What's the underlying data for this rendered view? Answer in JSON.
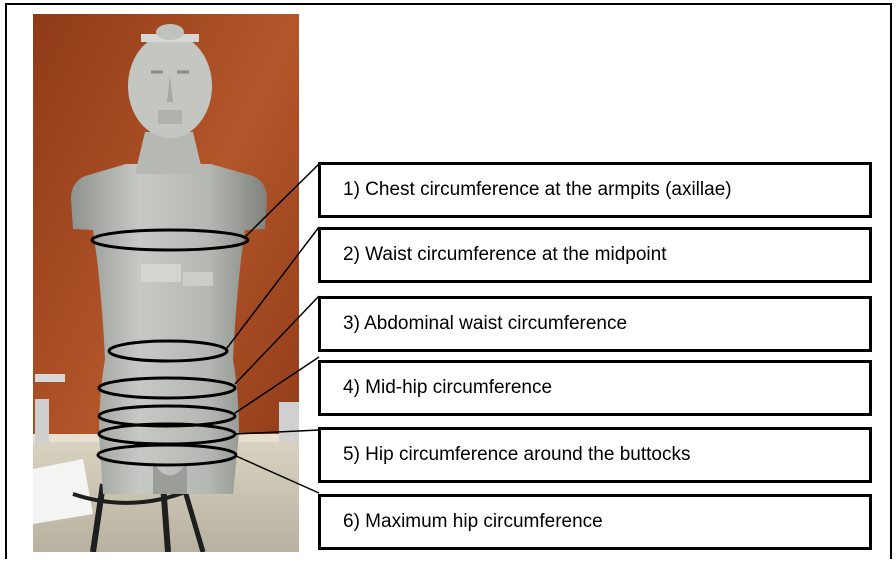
{
  "labels": [
    {
      "id": "chest",
      "text": "1) Chest circumference at the armpits (axillae)"
    },
    {
      "id": "waist-midpoint",
      "text": "2) Waist circumference at the midpoint"
    },
    {
      "id": "abdominal-waist",
      "text": "3) Abdominal waist circumference"
    },
    {
      "id": "mid-hip",
      "text": "4) Mid-hip circumference"
    },
    {
      "id": "hip-buttocks",
      "text": "5) Hip circumference around the buttocks"
    },
    {
      "id": "max-hip",
      "text": "6) Maximum hip circumference"
    }
  ],
  "colors": {
    "background_wall": "#a24a22",
    "mannequin": "#b9bcb7",
    "outline": "#000000"
  }
}
